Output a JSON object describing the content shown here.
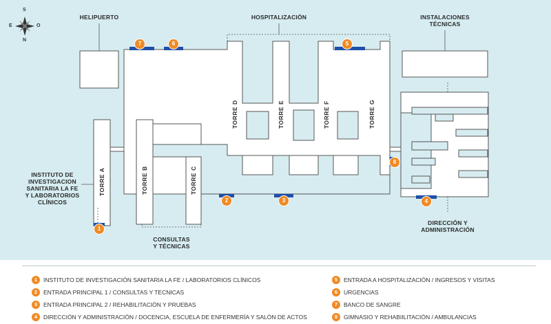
{
  "compass": {
    "north": "S",
    "south": "N",
    "east": "O",
    "west": "E"
  },
  "areas": {
    "helipuerto": "HELIPUERTO",
    "hospitalizacion": "HOSPITALIZACIÓN",
    "instalaciones_tecnicas": "INSTALACIONES\nTÉCNICAS",
    "instituto": "INSTITUTO DE\nINVESTIGACION\nSANITARIA LA FE\nY LABORATORIOS\nCLÍNICOS",
    "consultas": "CONSULTAS\nY TÉCNICAS",
    "direccion": "DIRECCIÓN Y\nADMINISTRACIÓN"
  },
  "towers": {
    "a": "TORRE A",
    "b": "TORRE B",
    "c": "TORRE C",
    "d": "TORRE D",
    "e": "TORRE E",
    "f": "TORRE F",
    "g": "TORRE G"
  },
  "markers": [
    "1",
    "2",
    "3",
    "4",
    "5",
    "6",
    "7",
    "8"
  ],
  "legend": [
    {
      "num": "1",
      "text": "Instituto de Investigación Sanitaria La  Fe /  Laboratorios Clínicos"
    },
    {
      "num": "2",
      "text": "Entrada principal 1 / Consultas y Tecnicas"
    },
    {
      "num": "3",
      "text": "Entrada principal 2 / Rehabilitación y Pruebas"
    },
    {
      "num": "4",
      "text": "Dirección y administración / Docencia, escuela de enfermería y salón de actos"
    },
    {
      "num": "5",
      "text": "Entrada a Hospitalización / Ingresos y Visitas"
    },
    {
      "num": "6",
      "text": "Urgencias"
    },
    {
      "num": "7",
      "text": "Banco de Sangre"
    },
    {
      "num": "8",
      "text": "Gimnasio y Rehabiilitación / Ambulancias"
    }
  ],
  "colors": {
    "background": "#d6ecf0",
    "building": "#ffffff",
    "outline": "#555555",
    "entrance": "#1f4fa8",
    "marker": "#f08a24"
  }
}
